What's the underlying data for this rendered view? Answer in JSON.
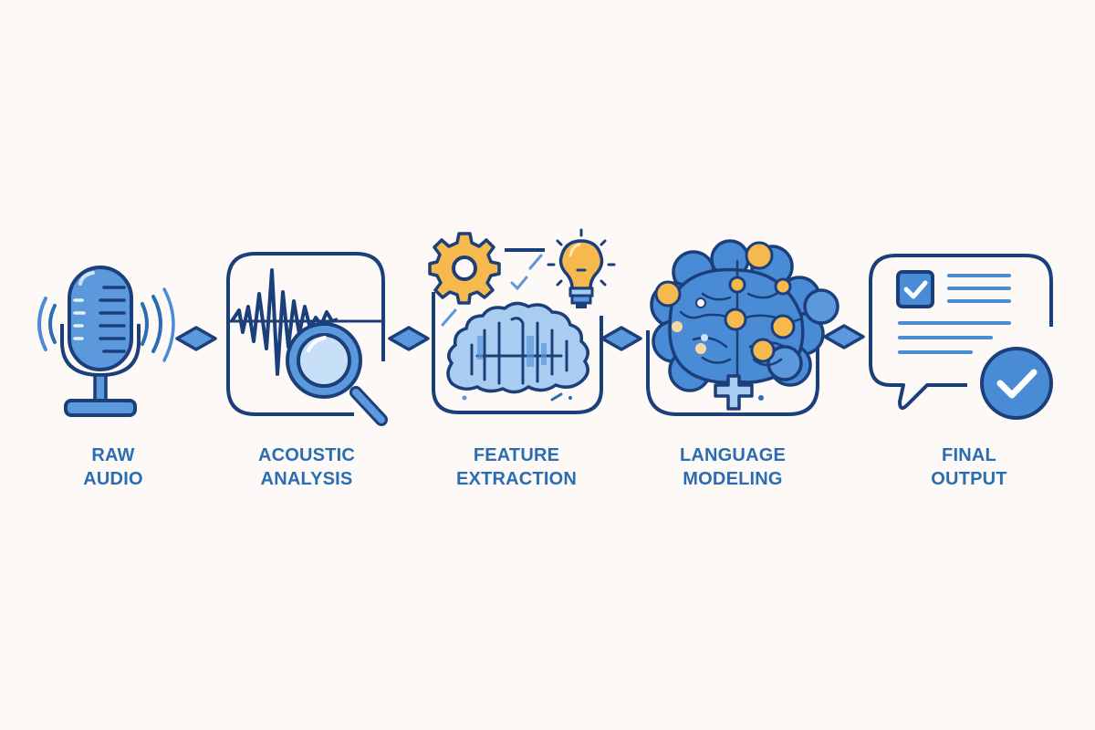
{
  "diagram": {
    "type": "pipeline",
    "title": "",
    "colors": {
      "background": "#fcf9f7",
      "stroke": "#1b3f7a",
      "fill_primary": "#4a8bd6",
      "fill_light": "#a9cdf0",
      "accent_yellow": "#f5b94e",
      "label": "#2a6db3"
    },
    "steps": [
      {
        "id": "raw-audio",
        "icon": "microphone-icon",
        "line1": "RAW",
        "line2": "AUDIO"
      },
      {
        "id": "acoustic-analysis",
        "icon": "waveform-magnifier-icon",
        "line1": "ACOUSTIC",
        "line2": "ANALYSIS"
      },
      {
        "id": "feature-extraction",
        "icon": "brain-gear-lightbulb-icon",
        "line1": "FEATURE",
        "line2": "EXTRACTION"
      },
      {
        "id": "language-modeling",
        "icon": "neural-brain-icon",
        "line1": "LANGUAGE",
        "line2": "MODELING"
      },
      {
        "id": "final-output",
        "icon": "document-check-icon",
        "line1": "FINAL",
        "line2": "OUTPUT"
      }
    ],
    "connectors": [
      {
        "from": "raw-audio",
        "to": "acoustic-analysis",
        "shape": "diamond"
      },
      {
        "from": "acoustic-analysis",
        "to": "feature-extraction",
        "shape": "diamond"
      },
      {
        "from": "feature-extraction",
        "to": "language-modeling",
        "shape": "diamond"
      },
      {
        "from": "language-modeling",
        "to": "final-output",
        "shape": "diamond"
      }
    ]
  }
}
